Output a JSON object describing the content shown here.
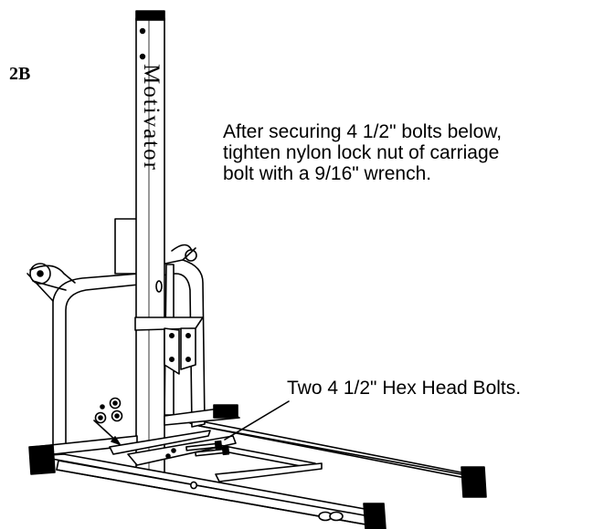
{
  "step": {
    "label": "2B"
  },
  "instruction": {
    "lines": [
      "After securing 4 1/2\" bolts below,",
      "tighten nylon lock nut of carriage",
      "bolt with a 9/16\" wrench."
    ]
  },
  "callout": {
    "label": "Two 4 1/2\" Hex Head Bolts."
  },
  "machine": {
    "brand": "Motivator"
  },
  "colors": {
    "ink": "#000000",
    "paper": "#ffffff"
  }
}
